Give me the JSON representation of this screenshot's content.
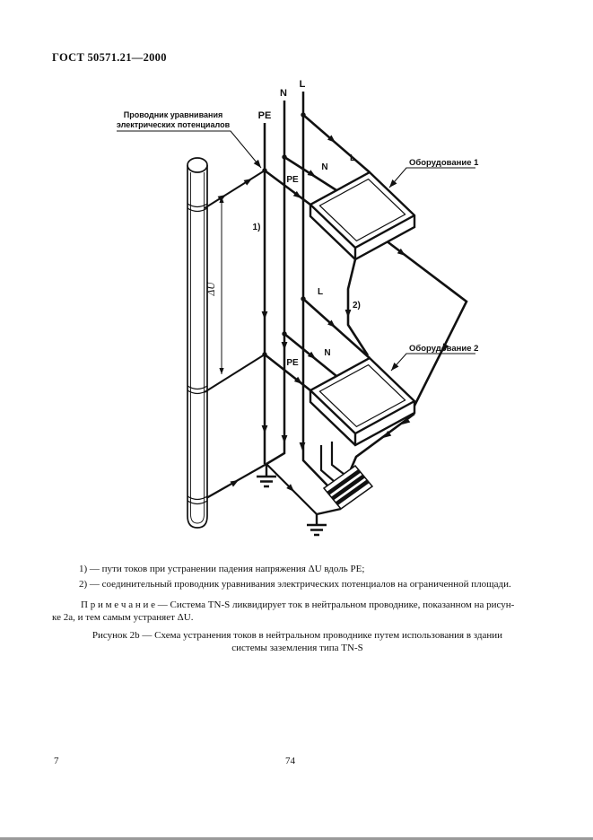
{
  "page": {
    "header": "ГОСТ 50571.21—2000",
    "footer_page": "7",
    "footer_sheet": "74"
  },
  "diagram": {
    "equipotential_label_line1": "Проводник уравнивания",
    "equipotential_label_line2": "электрических потенциалов",
    "pe": "PE",
    "n": "N",
    "l": "L",
    "equipment1": "Оборудование 1",
    "equipment2": "Оборудование 2",
    "delta_u": "ΔU",
    "ref1": "1)",
    "ref2": "2)"
  },
  "notes": {
    "footnote1": "1) — пути токов при устранении падения напряжения ΔU вдоль РЕ;",
    "footnote2": "2) — соединительный проводник уравнивания электрических потенциалов на ограниченной площади.",
    "note_line1": "П р и м е ч а н и е — Система TN-S ликвидирует ток в нейтральном проводнике, показанном на рисун-",
    "note_line2": "ке 2а, и тем самым устраняет ΔU.",
    "caption_line1": "Рисунок 2b — Схема устранения токов в нейтральном проводнике путем использования в здании",
    "caption_line2": "системы заземления типа TN-S"
  }
}
